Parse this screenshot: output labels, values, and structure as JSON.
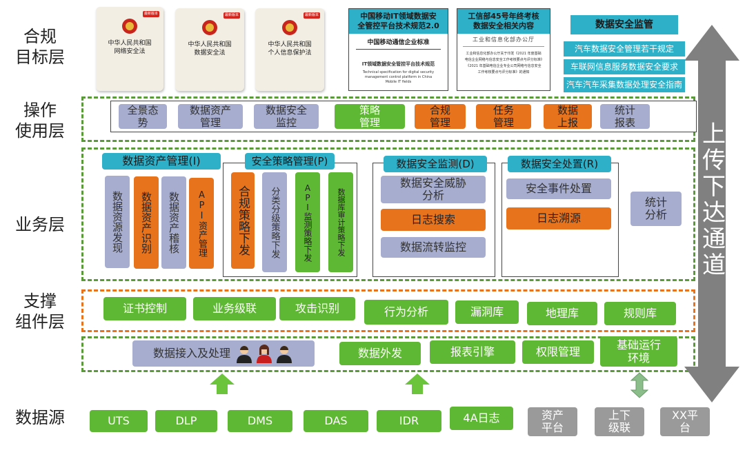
{
  "layers": {
    "compliance": "合规\n目标层",
    "operation": "操作\n使用层",
    "business": "业务层",
    "support": "支撑\n组件层",
    "datasource": "数据源"
  },
  "compliance": {
    "books": [
      {
        "title": "中华人民共和国\n网络安全法",
        "badge": "最新版本"
      },
      {
        "title": "中华人民共和国\n数据安全法",
        "badge": "最新版本"
      },
      {
        "title": "中华人民共和国\n个人信息保护法",
        "badge": "最新版本"
      }
    ],
    "doc1": {
      "header": "中国移动IT领域数据安\n全管控平台技术规范2.0",
      "org": "中国移动通信企业标准",
      "title": "IT领域数据安全管控平台技术规范",
      "subtitle": "Technical specification for digital security management control platform in China Mobile IT fields"
    },
    "doc2": {
      "header": "工信部45号年终考核\n数据安全相关内容",
      "org": "工业和信息化部办公厅",
      "body": "工业和信息化部办公厅关于印发《2021 年度基础电信企业网络与信息安全工作考核要点与评分标准》《2021 年基础电信企业专业公司网络与信息安全工作考核要点与评分标准》的通知"
    },
    "regulation": {
      "header": "数据安全监管",
      "items": [
        "汽车数据安全管理若干规定",
        "车联网信息服务数据安全要求",
        "汽车汽车采集数据处理安全指南"
      ]
    }
  },
  "operation": {
    "items": [
      {
        "label": "全景态\n势",
        "style": "pv"
      },
      {
        "label": "数据资产\n管理",
        "style": "pv"
      },
      {
        "label": "数据安全\n监控",
        "style": "pv"
      },
      {
        "label": "策略\n管理",
        "style": "pg"
      },
      {
        "label": "合规\n管理",
        "style": "po"
      },
      {
        "label": "任务\n管理",
        "style": "po"
      },
      {
        "label": "数据\n上报",
        "style": "po"
      },
      {
        "label": "统计\n报表",
        "style": "pv"
      }
    ]
  },
  "business": {
    "asset": {
      "title": "数据资产管理(I)",
      "items": [
        {
          "label": "数据资源发现",
          "style": "pv"
        },
        {
          "label": "数据资产识别",
          "style": "po"
        },
        {
          "label": "数据资产稽核",
          "style": "pv"
        },
        {
          "label": "API资产管理",
          "style": "po"
        }
      ]
    },
    "policy": {
      "title": "安全策略管理(P)",
      "items": [
        {
          "label": "合规策略下发",
          "style": "po"
        },
        {
          "label": "分类分级策略下发",
          "style": "pv"
        },
        {
          "label": "API监测策略下发",
          "style": "pg"
        },
        {
          "label": "数据库审计策略下发",
          "style": "pg"
        }
      ]
    },
    "monitor": {
      "title": "数据安全监测(D)",
      "items": [
        {
          "label": "数据安全威胁\n分析",
          "style": "pv"
        },
        {
          "label": "日志搜索",
          "style": "po"
        },
        {
          "label": "数据流转监控",
          "style": "pv"
        }
      ]
    },
    "response": {
      "title": "数据安全处置(R)",
      "items": [
        {
          "label": "安全事件处置",
          "style": "pv"
        },
        {
          "label": "日志溯源",
          "style": "po"
        }
      ]
    },
    "stats": "统计\n分析"
  },
  "support": {
    "items": [
      "证书控制",
      "业务级联",
      "攻击识别",
      "行为分析",
      "漏洞库",
      "地理库",
      "规则库"
    ]
  },
  "ingest": {
    "items": [
      "数据接入及处理",
      "数据外发",
      "报表引擎",
      "权限管理",
      "基础运行\n环境"
    ]
  },
  "datasource": {
    "items": [
      {
        "label": "UTS",
        "style": "pg"
      },
      {
        "label": "DLP",
        "style": "pg"
      },
      {
        "label": "DMS",
        "style": "pg"
      },
      {
        "label": "DAS",
        "style": "pg"
      },
      {
        "label": "IDR",
        "style": "pg"
      },
      {
        "label": "4A日志",
        "style": "pg"
      },
      {
        "label": "资产\n平台",
        "style": "pgr"
      },
      {
        "label": "上下\n级联",
        "style": "pgr"
      },
      {
        "label": "XX平\n台",
        "style": "pgr"
      }
    ]
  },
  "channel": {
    "label": "上传下达通道"
  },
  "colors": {
    "green": "#5fb833",
    "orange": "#e8731d",
    "violet": "#a6adcf",
    "teal": "#2eb0c8",
    "gray": "#9a9a9a",
    "dash": "#5a9a3a"
  }
}
